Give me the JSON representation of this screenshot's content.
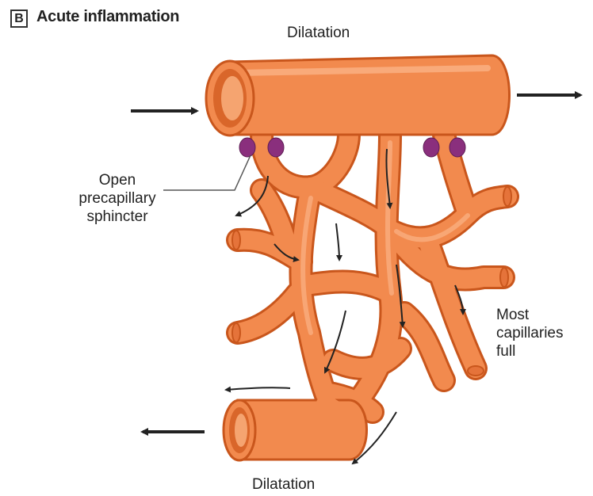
{
  "panel": {
    "letter": "B",
    "title": "Acute inflammation"
  },
  "labels": {
    "dilatation_top": "Dilatation",
    "dilatation_bottom": "Dilatation",
    "sphincter": [
      "Open",
      "precapillary",
      "sphincter"
    ],
    "capillaries": [
      "Most",
      "capillaries",
      "full"
    ]
  },
  "colors": {
    "vessel": "#f28a4e",
    "vessel_outline": "#c9561c",
    "vessel_highlight": "#fbb386",
    "lumen": "#d9662a",
    "lumen_inner": "#f5a470",
    "sphincter": "#8a2f7d",
    "arrow": "#222222"
  }
}
